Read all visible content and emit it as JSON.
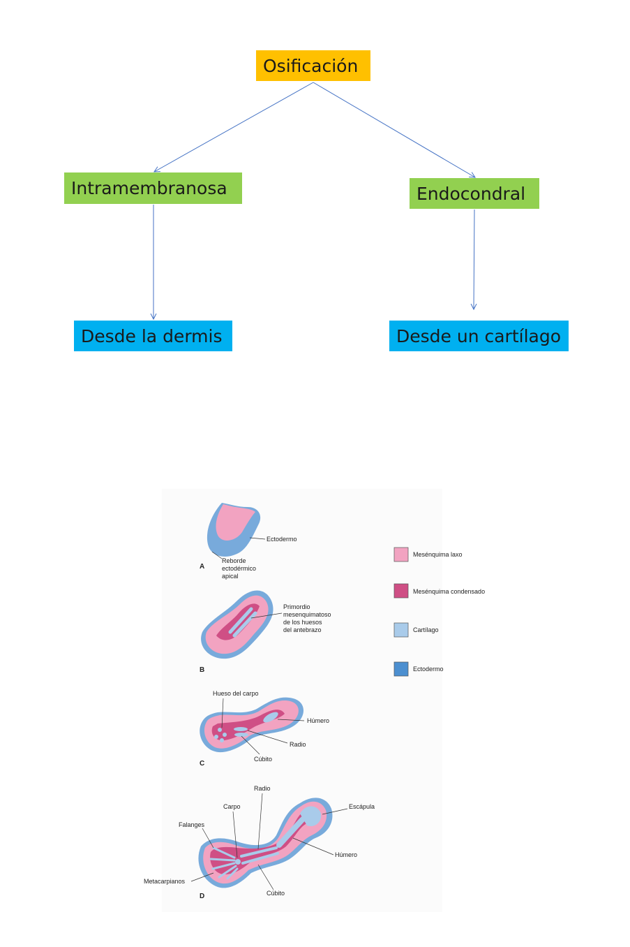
{
  "colors": {
    "root": "#FFC000",
    "type": "#92D050",
    "origin": "#00B0F0",
    "arrow": "#4472C4",
    "mesenquima_laxo": "#F2A3C1",
    "mesenquima_condensado": "#CF4F85",
    "cartilago": "#A9CBEA",
    "ectodermo": "#4C8FD0"
  },
  "tree": {
    "root": "Osificación",
    "left_type": "Intramembranosa",
    "right_type": "Endocondral",
    "left_origin": "Desde la dermis",
    "right_origin": "Desde un cartílago"
  },
  "figure": {
    "legend": [
      {
        "label": "Mesénquima laxo",
        "color": "#F2A3C1"
      },
      {
        "label": "Mesénquima condensado",
        "color": "#CF4F85"
      },
      {
        "label": "Cartílago",
        "color": "#A9CBEA"
      },
      {
        "label": "Ectodermo",
        "color": "#4C8FD0"
      }
    ],
    "panel_a": {
      "letter": "A",
      "ectodermo": "Ectodermo",
      "reborde_1": "Reborde",
      "reborde_2": "ectodérmico",
      "reborde_3": "apical"
    },
    "panel_b": {
      "letter": "B",
      "prim_1": "Primordio",
      "prim_2": "mesenquimatoso",
      "prim_3": "de los huesos",
      "prim_4": "del antebrazo"
    },
    "panel_c": {
      "letter": "C",
      "carpo": "Hueso del carpo",
      "humero": "Húmero",
      "radio": "Radio",
      "cubito": "Cúbito"
    },
    "panel_d": {
      "letter": "D",
      "radio": "Radio",
      "carpo": "Carpo",
      "escapula": "Escápula",
      "falanges": "Falanges",
      "humero": "Húmero",
      "metacarpianos": "Metacarpianos",
      "cubito": "Cúbito"
    }
  }
}
